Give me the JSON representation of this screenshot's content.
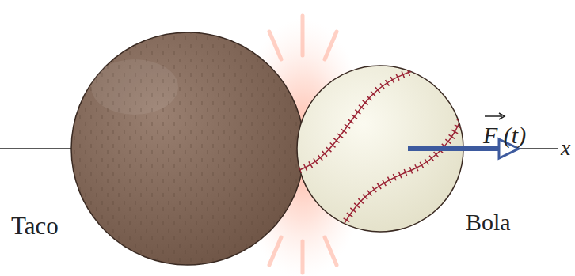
{
  "diagram": {
    "labels": [
      "Taco",
      "Bola",
      "F (t)",
      "x"
    ]
  }
}
